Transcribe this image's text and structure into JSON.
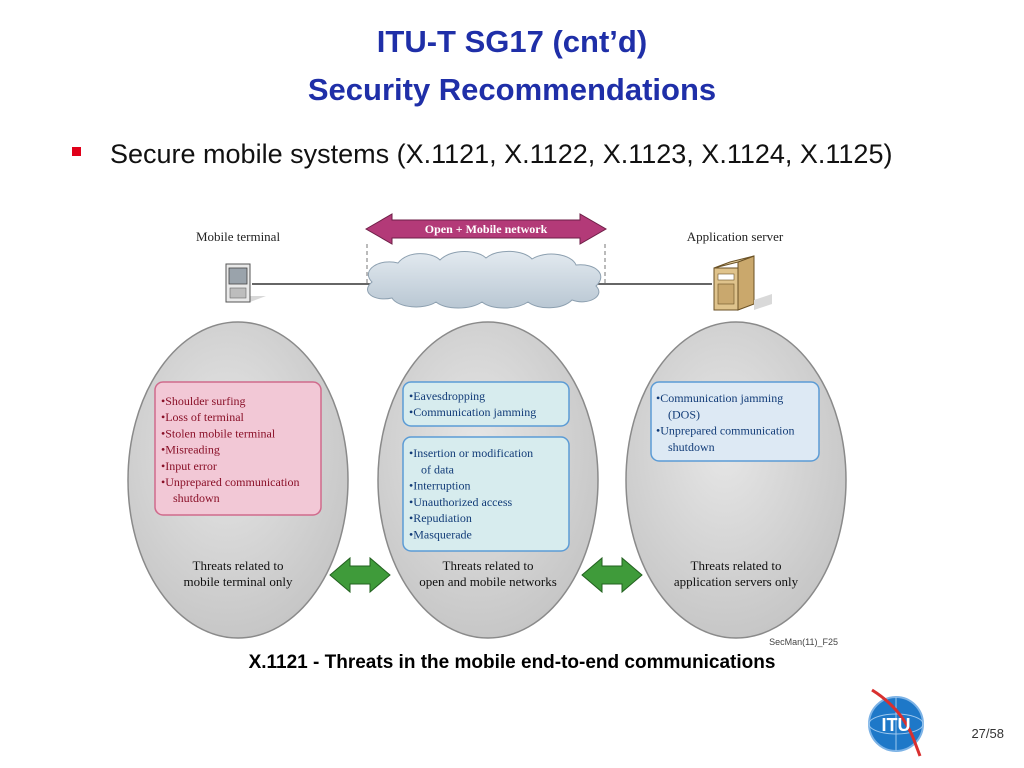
{
  "slide": {
    "title_line1": "ITU-T SG17 (cnt’d)",
    "title_line2": "Security Recommendations",
    "bullet": "Secure mobile systems (X.1121, X.1122, X.1123, X.1124, X.1125)",
    "caption": "X.1121 - Threats in the mobile end-to-end communications",
    "page_number": "27/58",
    "logo_text": "ITU"
  },
  "diagram": {
    "mobile_terminal_label": "Mobile terminal",
    "network_label": "Open + Mobile network",
    "app_server_label": "Application server",
    "left_threats": [
      "•Shoulder surfing",
      "•Loss of terminal",
      "•Stolen mobile terminal",
      "•Misreading",
      "•Input error",
      "•Unprepared communication",
      "  shutdown"
    ],
    "middle_top_threats": [
      "•Eavesdropping",
      "•Communication jamming"
    ],
    "middle_bottom_threats": [
      "•Insertion or modification",
      "  of data",
      "•Interruption",
      "•Unauthorized access",
      "•Repudiation",
      "•Masquerade"
    ],
    "right_threats": [
      "•Communication jamming",
      "  (DOS)",
      "•Unprepared communication",
      "  shutdown"
    ],
    "left_footer": [
      "Threats related to",
      "mobile terminal only"
    ],
    "middle_footer": [
      "Threats related to",
      "open and mobile networks"
    ],
    "right_footer": [
      "Threats related to",
      "application servers only"
    ],
    "figure_id": "SecMan(11)_F25"
  },
  "colors": {
    "title": "#1f2fa8",
    "bullet": "#e0001a",
    "network_arrow": "#b33a78",
    "left_box": "#f2c8d6",
    "middle_box": "#d7ecee",
    "right_box": "#dde9f4",
    "ellipse": "#cfcfcf",
    "green_arrow": "#3f9b3a"
  }
}
